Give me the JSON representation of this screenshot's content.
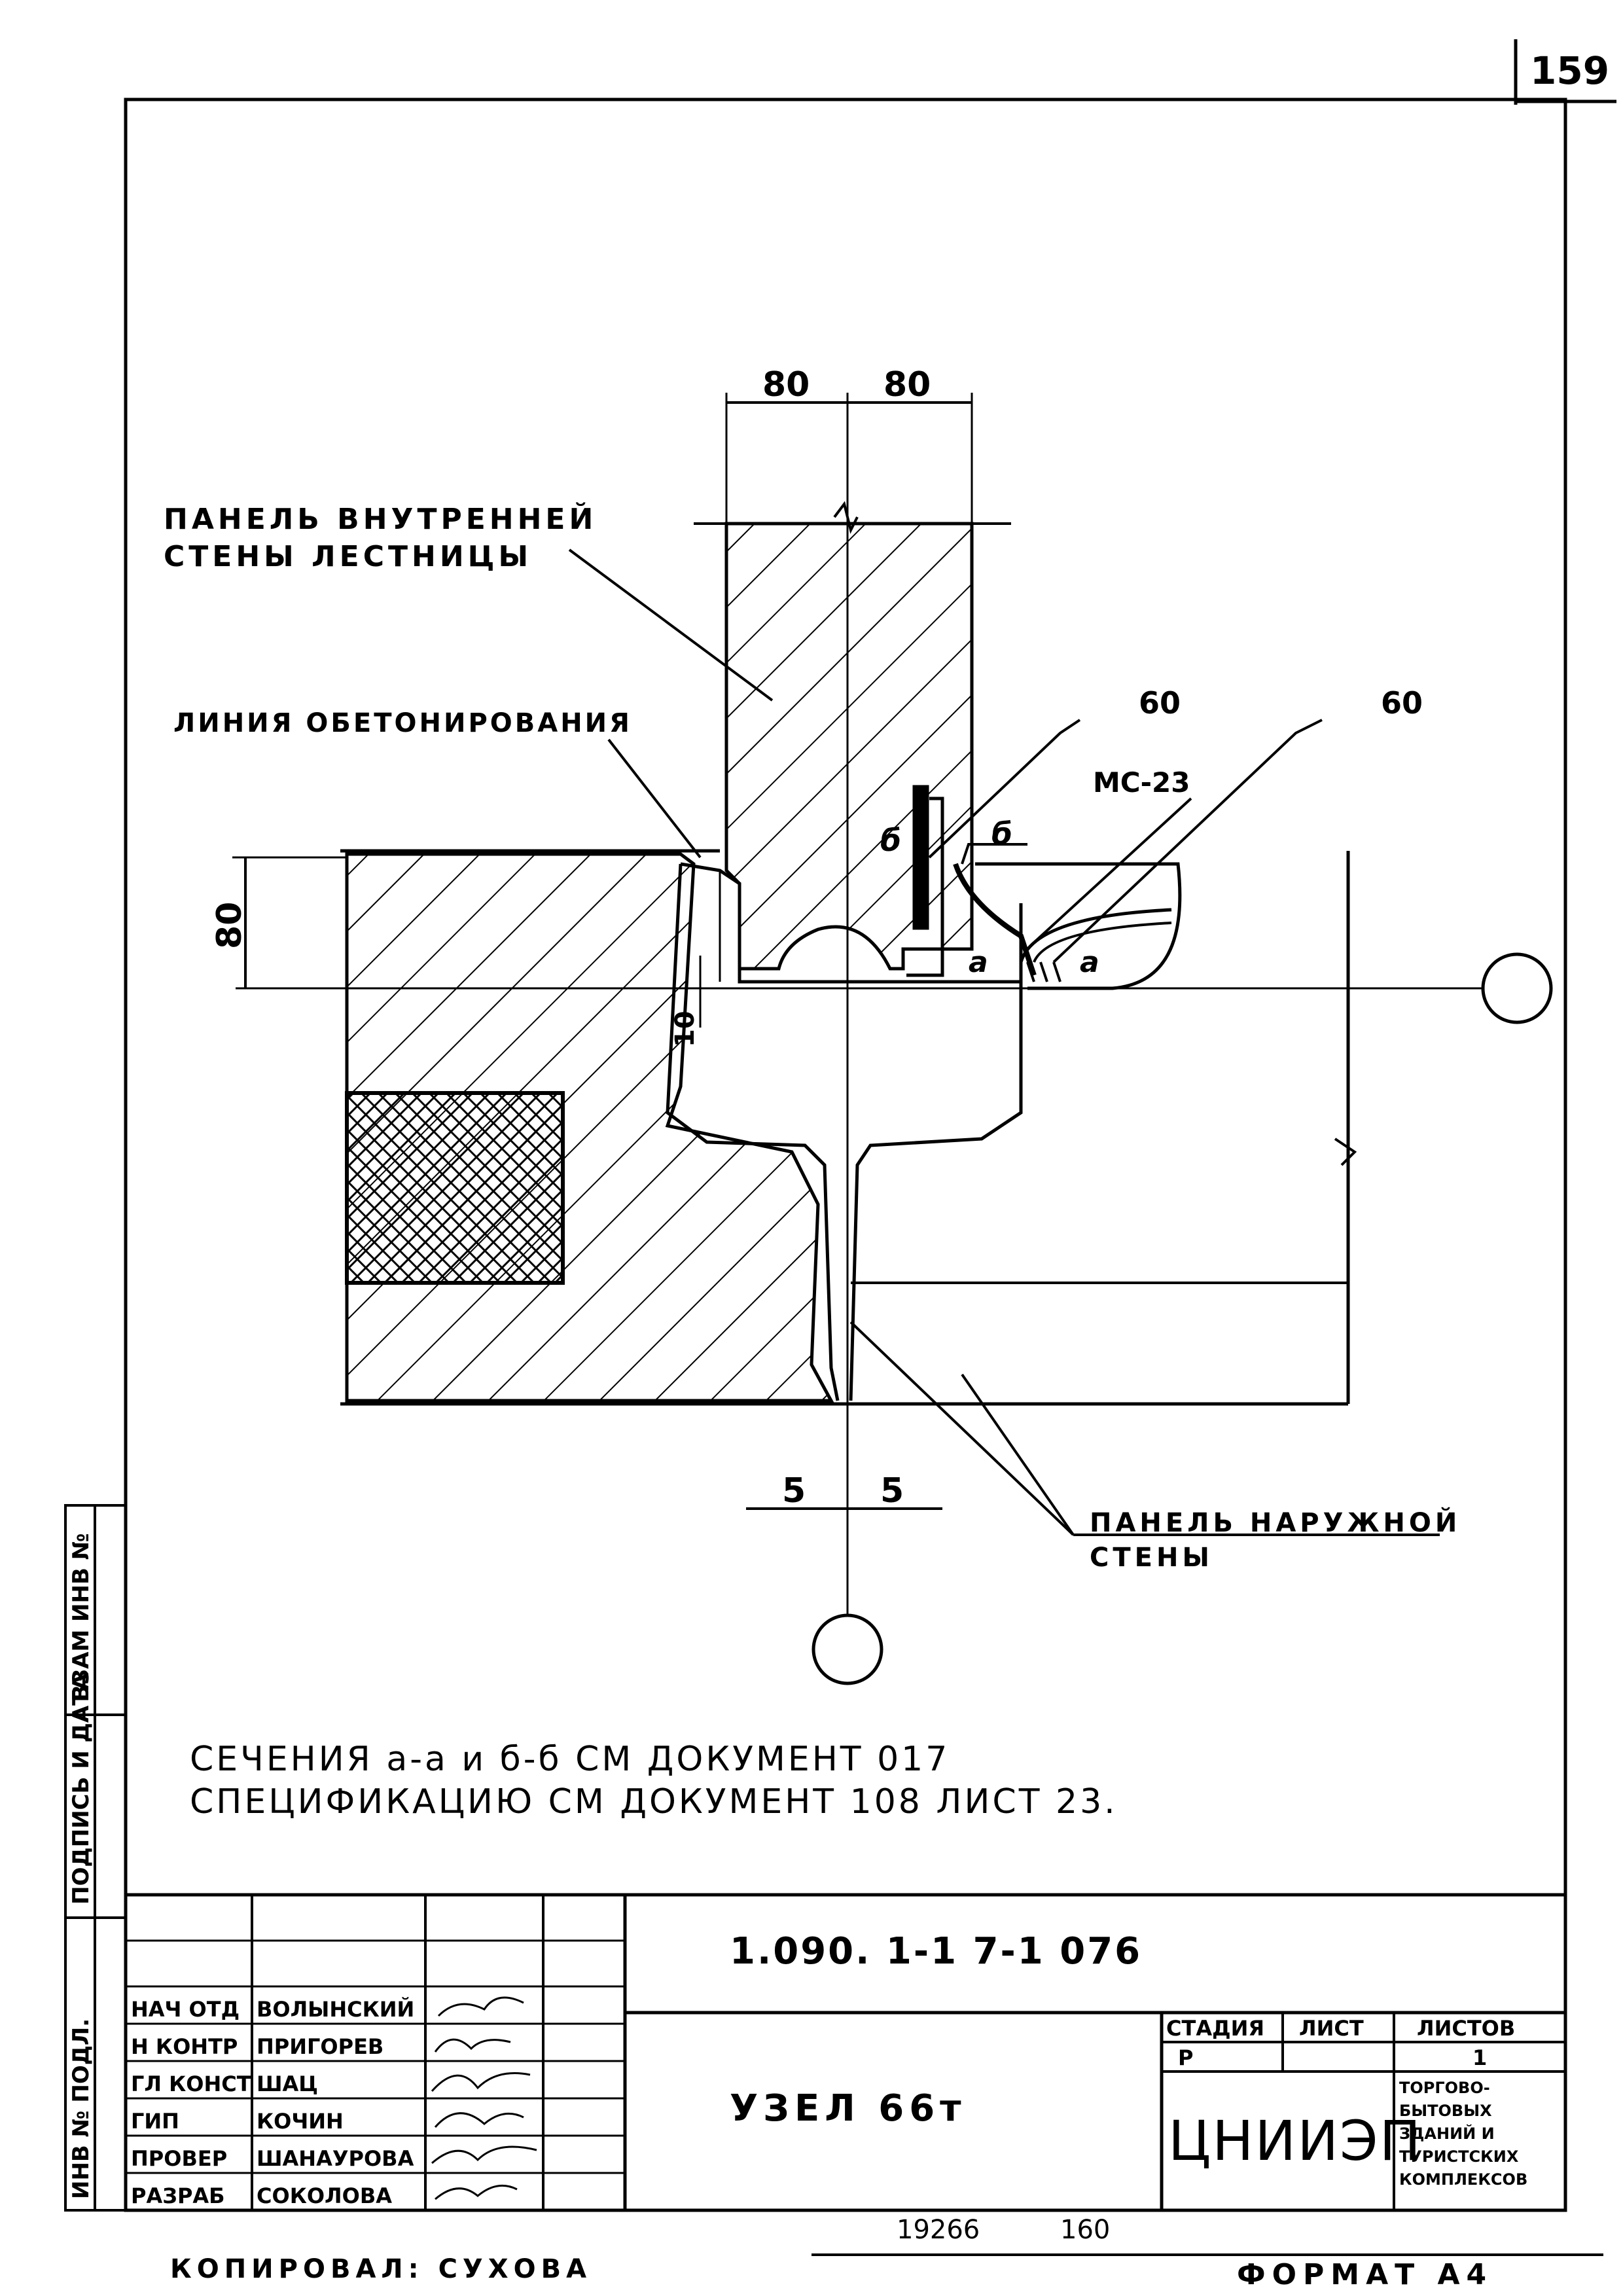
{
  "sheet_number": "159",
  "labels": {
    "inner_wall_panel": [
      "ПАНЕЛЬ ВНУТРЕННЕЙ",
      "СТЕНЫ ЛЕСТНИЦЫ"
    ],
    "concreting_line": "ЛИНИЯ ОБЕТОНИРОВАНИЯ",
    "outer_wall_panel": [
      "ПАНЕЛЬ НАРУЖНОЙ",
      "СТЕНЫ"
    ],
    "part_mark": "МС-23",
    "section_b_mark": "б",
    "section_a_mark": "а"
  },
  "dimensions": {
    "top_left": "80",
    "top_right": "80",
    "left_height": "80",
    "gap": "10",
    "weld_1": "60",
    "weld_2": "60",
    "joint_left": "5",
    "joint_right": "5"
  },
  "notes": [
    "СЕЧЕНИЯ а-а и б-б СМ ДОКУМЕНТ 017",
    "СПЕЦИФИКАЦИЮ СМ ДОКУМЕНТ 108 ЛИСТ 23."
  ],
  "side_stamp": {
    "inv_number": "ИНВ № ПОДЛ.",
    "signature_date": "ПОДПИСЬ И ДАТА",
    "replacement_inv": "ВЗАМ ИНВ №"
  },
  "title_block": {
    "document_code": "1.090. 1-1 7-1 076",
    "drawing_title": "УЗЕЛ 66т",
    "stage_header": "СТАДИЯ",
    "sheet_header": "ЛИСТ",
    "sheets_header": "ЛИСТОВ",
    "stage": "Р",
    "sheets": "1",
    "organization": "ЦНИИЭП",
    "organization_note": [
      "ТОРГОВО-",
      "БЫТОВЫХ",
      "ЗДАНИЙ И",
      "ТУРИСТСКИХ",
      "КОМПЛЕКСОВ"
    ],
    "staff": [
      {
        "role": "НАЧ ОТД",
        "name": "ВОЛЫНСКИЙ"
      },
      {
        "role": "Н КОНТР",
        "name": "ПРИГОРЕВ"
      },
      {
        "role": "ГЛ КОНСТ",
        "name": "ШАЦ"
      },
      {
        "role": "ГИП",
        "name": "КОЧИН"
      },
      {
        "role": "ПРОВЕР",
        "name": "ШАНАУРОВА"
      },
      {
        "role": "РАЗРАБ",
        "name": "СОКОЛОВА"
      }
    ]
  },
  "footer": {
    "copied": "КОПИРОВАЛ: СУХОВА",
    "order_number": "19266",
    "page": "160",
    "format": "ФОРМАТ А4"
  }
}
